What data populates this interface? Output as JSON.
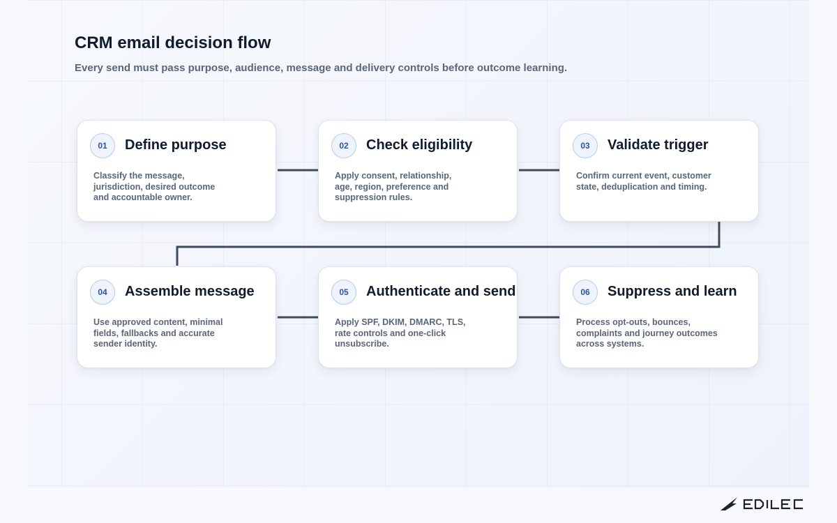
{
  "title": "CRM email decision flow",
  "subtitle": "Every send must pass purpose, audience, message and delivery controls before outcome learning.",
  "steps": [
    {
      "number": "01",
      "title": "Define purpose",
      "description": "Classify the message, jurisdiction, desired outcome and accountable owner."
    },
    {
      "number": "02",
      "title": "Check eligibility",
      "description": "Apply consent, relationship, age, region, preference and suppression rules."
    },
    {
      "number": "03",
      "title": "Validate trigger",
      "description": "Confirm current event, customer state, deduplication and timing."
    },
    {
      "number": "04",
      "title": "Assemble message",
      "description": "Use approved content, minimal fields, fallbacks and accurate sender identity."
    },
    {
      "number": "05",
      "title": "Authenticate and send",
      "description": "Apply SPF, DKIM, DMARC, TLS, rate controls and one-click unsubscribe."
    },
    {
      "number": "06",
      "title": "Suppress and learn",
      "description": "Process opt-outs, bounces, complaints and journey outcomes across systems."
    }
  ],
  "brand": {
    "logo_text": "EDILEC",
    "logo_icon": "wing-logo-icon"
  },
  "colors": {
    "connector": "#3f4a5c",
    "badge_text": "#2d55a0",
    "badge_border": "#b7cbed",
    "title": "#111b2e",
    "body": "#5a6678"
  }
}
